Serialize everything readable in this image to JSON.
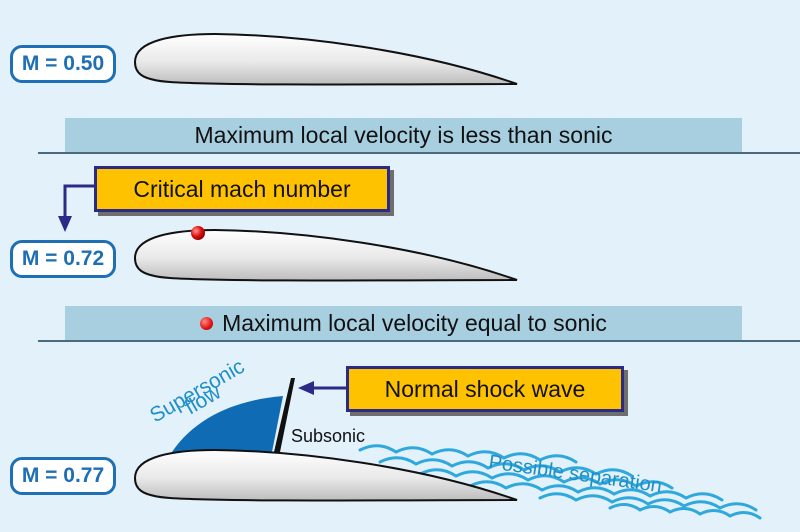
{
  "mach_labels": {
    "top": "M = 0.50",
    "middle": "M = 0.72",
    "bottom": "M = 0.77"
  },
  "bands": {
    "first": "Maximum local velocity is less than sonic",
    "second": "Maximum local velocity equal to sonic"
  },
  "callouts": {
    "critical": "Critical mach number",
    "shock": "Normal shock wave"
  },
  "flow_labels": {
    "supersonic": "Supersonic",
    "flow": "flow",
    "subsonic": "Subsonic",
    "separation": "Possible separation"
  },
  "colors": {
    "background": "#e3f1fb",
    "airfoil_fill": "#e6e6e6",
    "supersonic_region": "#0f6cb4",
    "separation_wake": "#2fa8dc",
    "callout_fill": "#ffc200",
    "callout_border": "#2b2a86",
    "sonic_point": "#e01010"
  }
}
